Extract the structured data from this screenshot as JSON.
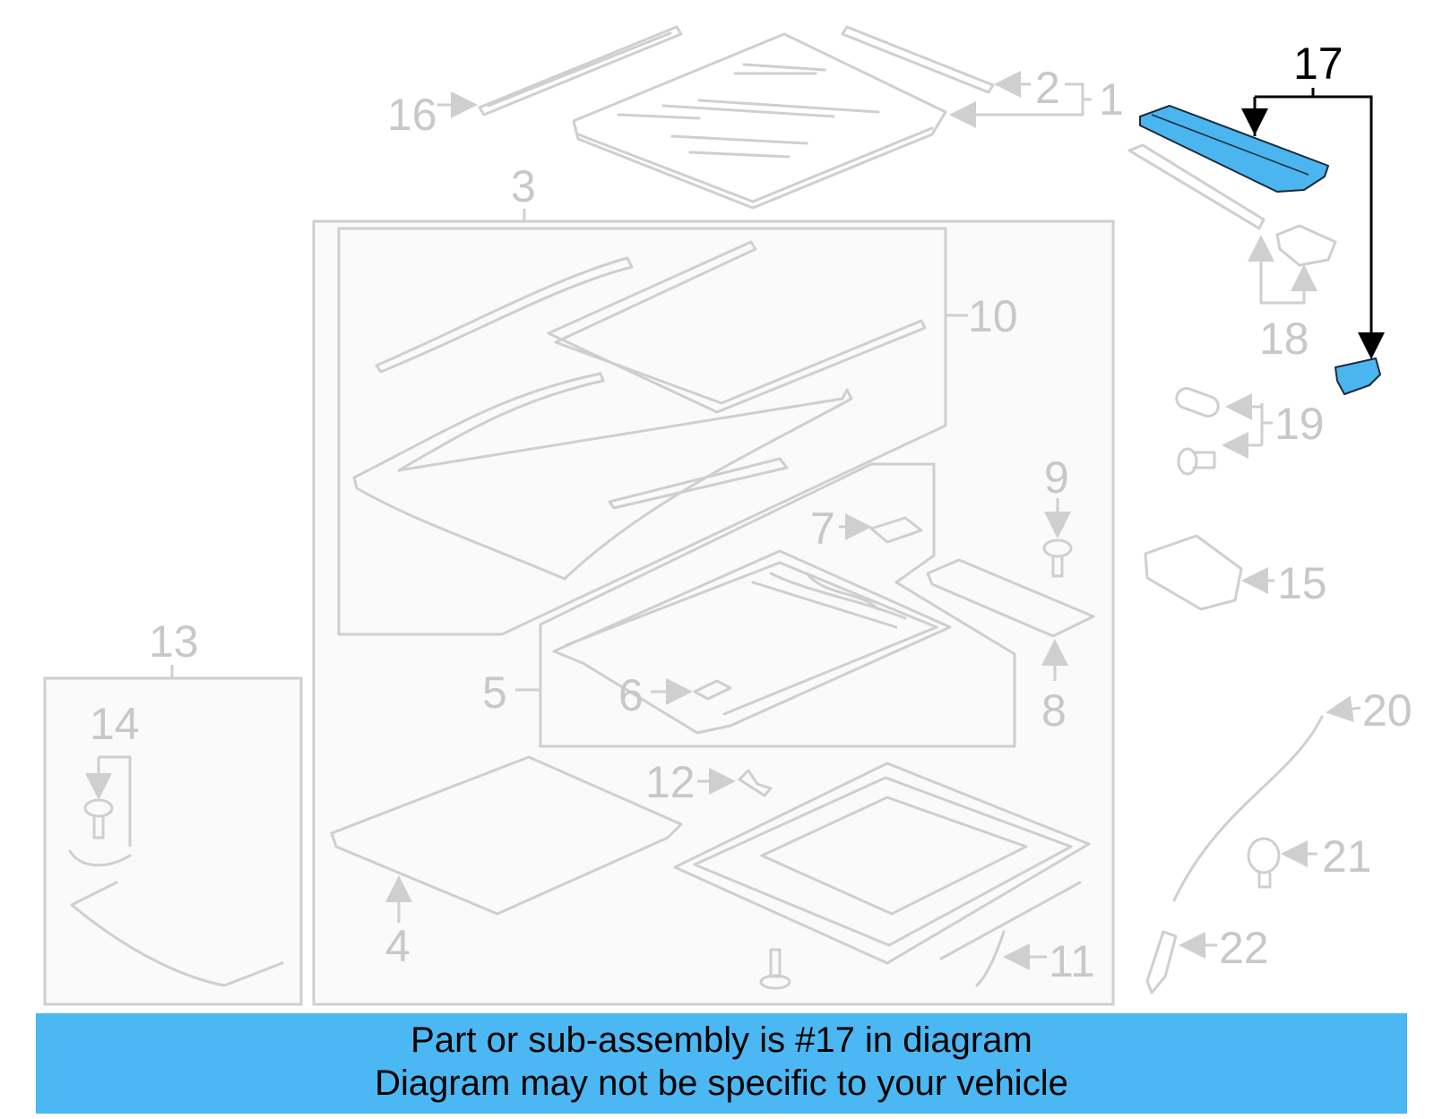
{
  "callouts": {
    "c1": "1",
    "c2": "2",
    "c3": "3",
    "c4": "4",
    "c5": "5",
    "c6": "6",
    "c7": "7",
    "c8": "8",
    "c9": "9",
    "c10": "10",
    "c11": "11",
    "c12": "12",
    "c13": "13",
    "c14": "14",
    "c15": "15",
    "c16": "16",
    "c17": "17",
    "c18": "18",
    "c19": "19",
    "c20": "20",
    "c21": "21",
    "c22": "22"
  },
  "highlight_color": "#4bb5ef",
  "banner": {
    "line1": "Part or sub-assembly is #17 in diagram",
    "line2": "Diagram may not be specific to your vehicle",
    "background": "#4bb8f3"
  }
}
